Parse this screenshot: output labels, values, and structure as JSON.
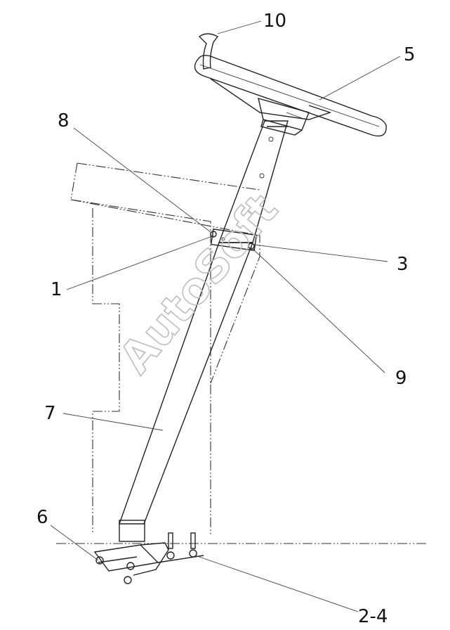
{
  "labels": {
    "part_10": "10",
    "part_5": "5",
    "part_8": "8",
    "part_3": "3",
    "part_1": "1",
    "part_9": "9",
    "part_7": "7",
    "part_6": "6",
    "part_2_4": "2-4"
  },
  "watermark": "AutoSoft"
}
